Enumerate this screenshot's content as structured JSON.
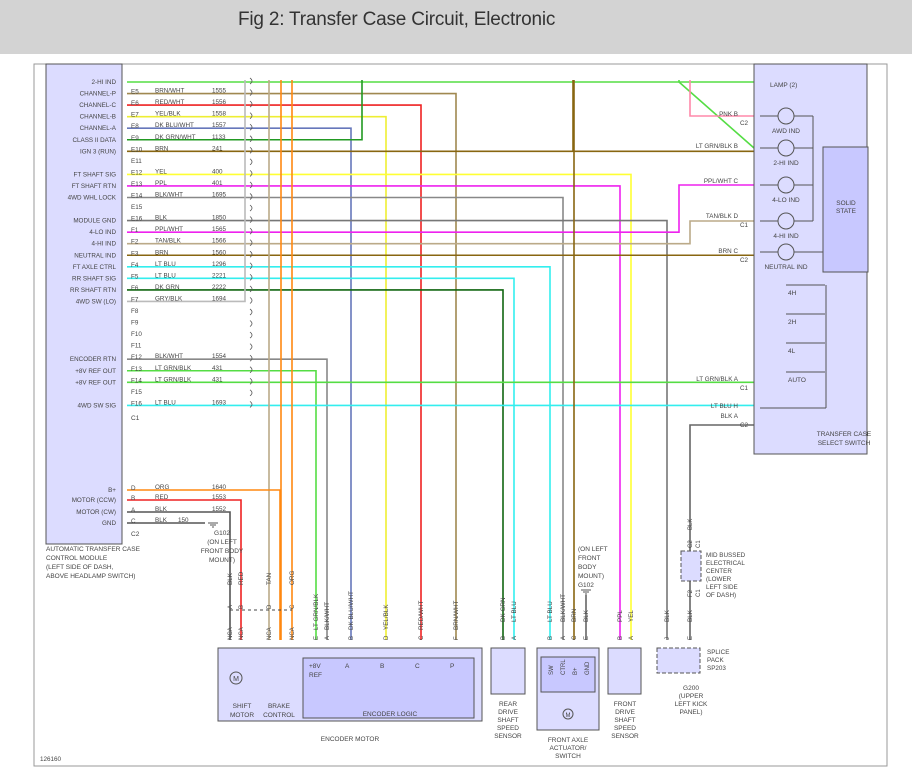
{
  "header": {
    "title": "Fig 2: Transfer Case Circuit, Electronic"
  },
  "figure_id": "126160",
  "module": {
    "name_lines": [
      "AUTOMATIC TRANSFER CASE",
      "CONTROL MODULE",
      "(LEFT SIDE OF DASH,",
      "ABOVE HEADLAMP SWITCH)"
    ],
    "connector_c1_label": "C1",
    "connector_c2_label": "C2",
    "c1_pins": [
      {
        "label": "2-HI IND",
        "pin": "",
        "color_name": "",
        "circuit": "",
        "color": "#55dd44"
      },
      {
        "label": "CHANNEL-P",
        "pin": "E5",
        "color_name": "BRN/WHT",
        "circuit": "1555",
        "color": "#a08850"
      },
      {
        "label": "CHANNEL-C",
        "pin": "E6",
        "color_name": "RED/WHT",
        "circuit": "1556",
        "color": "#ee2222"
      },
      {
        "label": "CHANNEL-B",
        "pin": "E7",
        "color_name": "YEL/BLK",
        "circuit": "1558",
        "color": "#eeee33"
      },
      {
        "label": "CHANNEL-A",
        "pin": "E8",
        "color_name": "DK BLU/WHT",
        "circuit": "1557",
        "color": "#6677bb"
      },
      {
        "label": "CLASS II DATA",
        "pin": "E9",
        "color_name": "DK GRN/WHT",
        "circuit": "1133",
        "color": "#229922"
      },
      {
        "label": "IGN 3 (RUN)",
        "pin": "E10",
        "color_name": "BRN",
        "circuit": "241",
        "color": "#886611"
      },
      {
        "label": "",
        "pin": "E11",
        "color_name": "",
        "circuit": "",
        "color": ""
      },
      {
        "label": "FT SHAFT SIG",
        "pin": "E12",
        "color_name": "YEL",
        "circuit": "400",
        "color": "#ffff33"
      },
      {
        "label": "FT SHAFT RTN",
        "pin": "E13",
        "color_name": "PPL",
        "circuit": "401",
        "color": "#ee22ee"
      },
      {
        "label": "4WD WHL LOCK",
        "pin": "E14",
        "color_name": "BLK/WHT",
        "circuit": "1695",
        "color": "#888888"
      },
      {
        "label": "",
        "pin": "E15",
        "color_name": "",
        "circuit": "",
        "color": ""
      },
      {
        "label": "MODULE GND",
        "pin": "E16",
        "color_name": "BLK",
        "circuit": "1850",
        "color": "#777777"
      },
      {
        "label": "4-LO IND",
        "pin": "F1",
        "color_name": "PPL/WHT",
        "circuit": "1565",
        "color": "#ee22ee"
      },
      {
        "label": "4-HI IND",
        "pin": "F2",
        "color_name": "TAN/BLK",
        "circuit": "1566",
        "color": "#bbaa88"
      },
      {
        "label": "NEUTRAL IND",
        "pin": "F3",
        "color_name": "BRN",
        "circuit": "1560",
        "color": "#886611"
      },
      {
        "label": "FT AXLE CTRL",
        "pin": "F4",
        "color_name": "LT BLU",
        "circuit": "1296",
        "color": "#33eeee"
      },
      {
        "label": "RR SHAFT SIG",
        "pin": "F5",
        "color_name": "LT BLU",
        "circuit": "2221",
        "color": "#33eeee"
      },
      {
        "label": "RR SHAFT RTN",
        "pin": "F6",
        "color_name": "DK GRN",
        "circuit": "2222",
        "color": "#116611"
      },
      {
        "label": "4WD SW (LO)",
        "pin": "F7",
        "color_name": "GRY/BLK",
        "circuit": "1694",
        "color": "#bbbbbb"
      },
      {
        "label": "",
        "pin": "F8",
        "color_name": "",
        "circuit": "",
        "color": ""
      },
      {
        "label": "",
        "pin": "F9",
        "color_name": "",
        "circuit": "",
        "color": ""
      },
      {
        "label": "",
        "pin": "F10",
        "color_name": "",
        "circuit": "",
        "color": ""
      },
      {
        "label": "",
        "pin": "F11",
        "color_name": "",
        "circuit": "",
        "color": ""
      },
      {
        "label": "ENCODER RTN",
        "pin": "F12",
        "color_name": "BLK/WHT",
        "circuit": "1554",
        "color": "#888888"
      },
      {
        "label": "+8V REF OUT",
        "pin": "F13",
        "color_name": "LT GRN/BLK",
        "circuit": "431",
        "color": "#55dd44"
      },
      {
        "label": "+8V REF OUT",
        "pin": "F14",
        "color_name": "LT GRN/BLK",
        "circuit": "431",
        "color": "#55dd44"
      },
      {
        "label": "",
        "pin": "F15",
        "color_name": "",
        "circuit": "",
        "color": ""
      },
      {
        "label": "4WD SW SIG",
        "pin": "F16",
        "color_name": "LT BLU",
        "circuit": "1693",
        "color": "#33eeee"
      }
    ],
    "c2_pins": [
      {
        "label": "B+",
        "pin": "D",
        "color_name": "ORG",
        "circuit": "1640",
        "color": "#ff8811"
      },
      {
        "label": "MOTOR (CCW)",
        "pin": "B",
        "color_name": "RED",
        "circuit": "1553",
        "color": "#ee2222"
      },
      {
        "label": "MOTOR (CW)",
        "pin": "A",
        "color_name": "BLK",
        "circuit": "1552",
        "color": "#555555"
      },
      {
        "label": "GND",
        "pin": "C",
        "color_name": "BLK",
        "circuit": "150",
        "color": "#555555"
      }
    ]
  },
  "grounds": {
    "g102_left": [
      "G102",
      "(ON LEFT",
      "FRONT BODY",
      "MOUNT)"
    ],
    "g102_axle": [
      "(ON LEFT",
      "FRONT",
      "BODY",
      "MOUNT)",
      "G102"
    ],
    "g200": [
      "G200",
      "(UPPER",
      "LEFT KICK",
      "PANEL)"
    ]
  },
  "encoder_motor": {
    "name": "ENCODER MOTOR",
    "shift_motor": [
      "SHIFT",
      "MOTOR"
    ],
    "brake_control": [
      "BRAKE",
      "CONTROL"
    ],
    "motor_symbol": "M",
    "encoder_logic": "ENCODER LOGIC",
    "ref_label": [
      "+8V",
      "REF"
    ],
    "switch_labels": [
      "A",
      "B",
      "C",
      "P"
    ],
    "nca": "NCA",
    "wires": [
      {
        "pin": "A",
        "label": "BLK"
      },
      {
        "pin": "B",
        "label": "RED"
      },
      {
        "pin": "D",
        "label": "TAN"
      },
      {
        "pin": "C",
        "label": "ORG"
      },
      {
        "pin": "E",
        "label": "LT GRN/BLK"
      },
      {
        "pin": "A",
        "label": "BLK/WHT"
      },
      {
        "pin": "B",
        "label": "DK BLU/WHT"
      },
      {
        "pin": "D",
        "label": "YEL/BLK"
      },
      {
        "pin": "C",
        "label": "RED/WHT"
      },
      {
        "pin": "F",
        "label": "BRN/WHT"
      }
    ]
  },
  "rear_sensor": {
    "name": [
      "REAR",
      "DRIVE",
      "SHAFT",
      "SPEED",
      "SENSOR"
    ],
    "wires": [
      {
        "pin": "B",
        "label": "DK GRN"
      },
      {
        "pin": "A",
        "label": "LT BLU"
      }
    ]
  },
  "front_axle": {
    "name": [
      "FRONT AXLE",
      "ACTUATOR/",
      "SWITCH"
    ],
    "inner_labels": [
      "SW",
      "CTRL",
      "B+",
      "GND"
    ],
    "motor_symbol": "M",
    "wires": [
      {
        "pin": "B",
        "label": "LT BLU"
      },
      {
        "pin": "A",
        "label": "BLK/WHT"
      },
      {
        "pin": "C",
        "label": "BRN"
      },
      {
        "pin": "E",
        "label": "BLK"
      }
    ]
  },
  "front_sensor": {
    "name": [
      "FRONT",
      "DRIVE",
      "SHAFT",
      "SPEED",
      "SENSOR"
    ],
    "wires": [
      {
        "pin": "B",
        "label": "PPL"
      },
      {
        "pin": "A",
        "label": "YEL"
      }
    ]
  },
  "select_switch": {
    "name": [
      "TRANSFER CASE",
      "SELECT SWITCH"
    ],
    "lamp_label": "LAMP (2)",
    "solid_state": [
      "SOLID",
      "STATE"
    ],
    "lamps": [
      "AWD IND",
      "2-HI IND",
      "4-LO IND",
      "4-HI IND",
      "NEUTRAL IND"
    ],
    "positions": [
      "4H",
      "2H",
      "4L",
      "AUTO"
    ],
    "pins": [
      {
        "color_name": "PNK",
        "pin": "B",
        "connector": "C2"
      },
      {
        "color_name": "LT GRN/BLK",
        "pin": "B",
        "connector": ""
      },
      {
        "color_name": "PPL/WHT",
        "pin": "C",
        "connector": ""
      },
      {
        "color_name": "TAN/BLK",
        "pin": "D",
        "connector": "C1"
      },
      {
        "color_name": "BRN",
        "pin": "C",
        "connector": "C2"
      },
      {
        "color_name": "LT GRN/BLK",
        "pin": "A",
        "connector": "C1"
      },
      {
        "color_name": "LT BLU",
        "pin": "H",
        "connector": ""
      },
      {
        "color_name": "BLK",
        "pin": "A",
        "connector": "C2"
      }
    ]
  },
  "bussed_center": {
    "name": [
      "MID BUSSED",
      "ELECTRICAL",
      "CENTER",
      "(LOWER",
      "LEFT SIDE",
      "OF DASH)"
    ],
    "top_pins": [
      "C2",
      "C1"
    ],
    "bottom_pins": [
      "F2",
      "C1"
    ],
    "wire_label": "BLK"
  },
  "splice_pack": {
    "name": [
      "SPLICE",
      "PACK",
      "SP203"
    ],
    "wires": [
      {
        "pin": "J",
        "label": "BLK"
      },
      {
        "pin": "E",
        "label": "BLK"
      }
    ]
  }
}
